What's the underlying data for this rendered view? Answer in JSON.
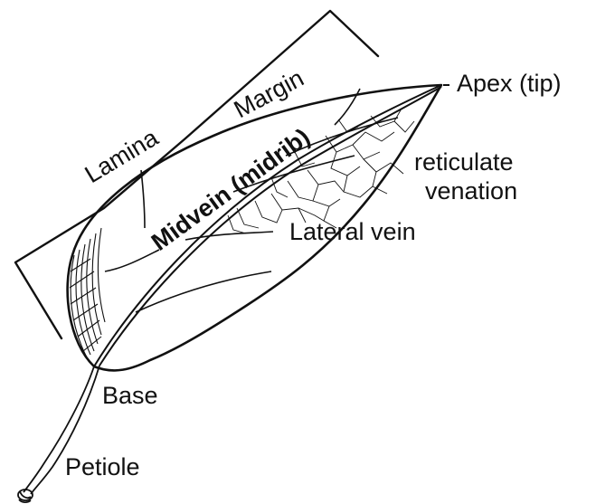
{
  "diagram": {
    "labels": {
      "apex": "Apex (tip)",
      "margin": "Margin",
      "lamina": "Lamina",
      "midvein": "Midvein (midrib)",
      "reticulate_line1": "reticulate",
      "reticulate_line2": "venation",
      "lateral_vein": "Lateral vein",
      "base": "Base",
      "petiole": "Petiole"
    },
    "colors": {
      "ink": "#111111",
      "paper": "#ffffff"
    }
  }
}
